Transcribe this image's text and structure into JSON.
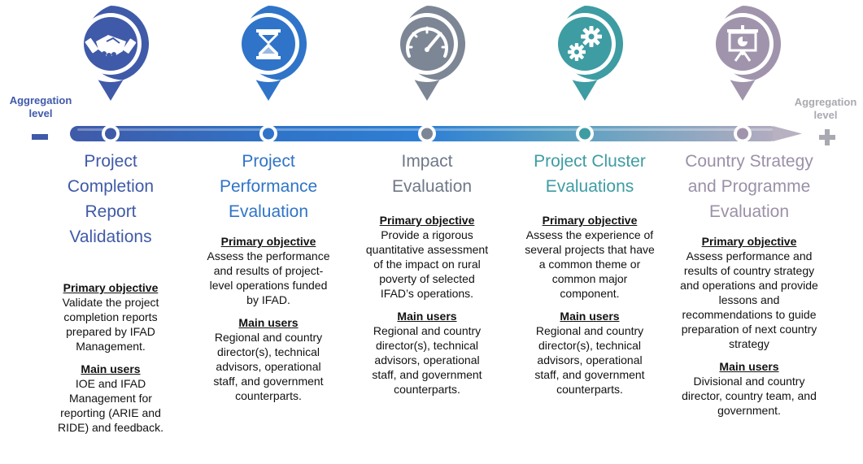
{
  "aggregation": {
    "left_label": "Aggregation level",
    "right_label": "Aggregation level",
    "low_sign": "minus",
    "high_sign": "plus"
  },
  "stages": [
    {
      "icon": "handshake-icon",
      "color": "#3f5aa8",
      "title": "Project Completion Report Validations",
      "objective_heading": "Primary objective",
      "objective": "Validate the project completion reports prepared by IFAD Management.",
      "users_heading": "Main users",
      "users": "IOE and IFAD Management for reporting (ARIE and RIDE) and feedback."
    },
    {
      "icon": "hourglass-icon",
      "color": "#2f74c8",
      "title": "Project Performance Evaluation",
      "objective_heading": "Primary objective",
      "objective": "Assess the performance and results of project-level operations funded by IFAD.",
      "users_heading": "Main users",
      "users": "Regional and country director(s), technical advisors, operational staff, and government counterparts."
    },
    {
      "icon": "gauge-icon",
      "color": "#7d8695",
      "title": "Impact Evaluation",
      "objective_heading": "Primary objective",
      "objective": "Provide a rigorous quantitative assessment of the impact on rural poverty of selected IFAD’s operations.",
      "users_heading": "Main users",
      "users": "Regional and country director(s), technical advisors, operational staff, and government counterparts."
    },
    {
      "icon": "gears-icon",
      "color": "#3e9ca3",
      "title": "Project Cluster Evaluations",
      "objective_heading": "Primary objective",
      "objective": "Assess the experience of several projects that have a common theme or common major component.",
      "users_heading": "Main users",
      "users": "Regional and country director(s), technical advisors, operational staff, and government counterparts."
    },
    {
      "icon": "presentation-chart-icon",
      "color": "#a094ad",
      "title": "Country Strategy and Programme Evaluation",
      "objective_heading": "Primary objective",
      "objective": "Assess performance and results of country strategy and operations and provide lessons and recommendations to guide preparation of next country strategy",
      "users_heading": "Main users",
      "users": "Divisional and country director, country team, and government."
    }
  ]
}
